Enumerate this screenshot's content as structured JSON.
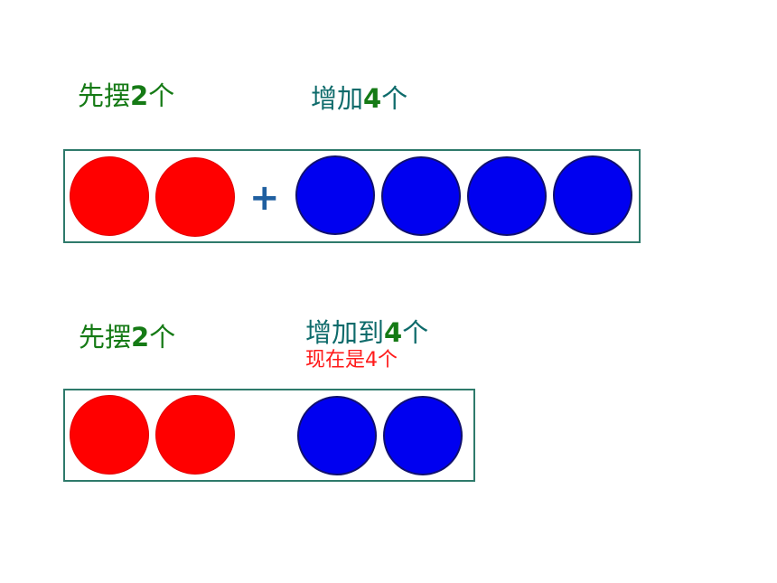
{
  "row1": {
    "left_label": {
      "text": "先摆",
      "num": "2",
      "unit": "个"
    },
    "right_label": {
      "text": "增加",
      "num": "4",
      "unit": "个"
    },
    "operator": "+",
    "red_count": 2,
    "blue_count": 4
  },
  "row2": {
    "left_label": {
      "text": "先摆",
      "num": "2",
      "unit": "个"
    },
    "right_label": {
      "text": "增加到",
      "num": "4",
      "unit": "个"
    },
    "note": {
      "text": "现在是",
      "num": "4",
      "unit": "个"
    },
    "red_count": 2,
    "blue_count": 2
  },
  "colors": {
    "red": "#ff0000",
    "blue": "#0000f0",
    "label_green": "#157a15",
    "label_teal": "#0e6b6b",
    "note_red": "#ff1a1a"
  }
}
